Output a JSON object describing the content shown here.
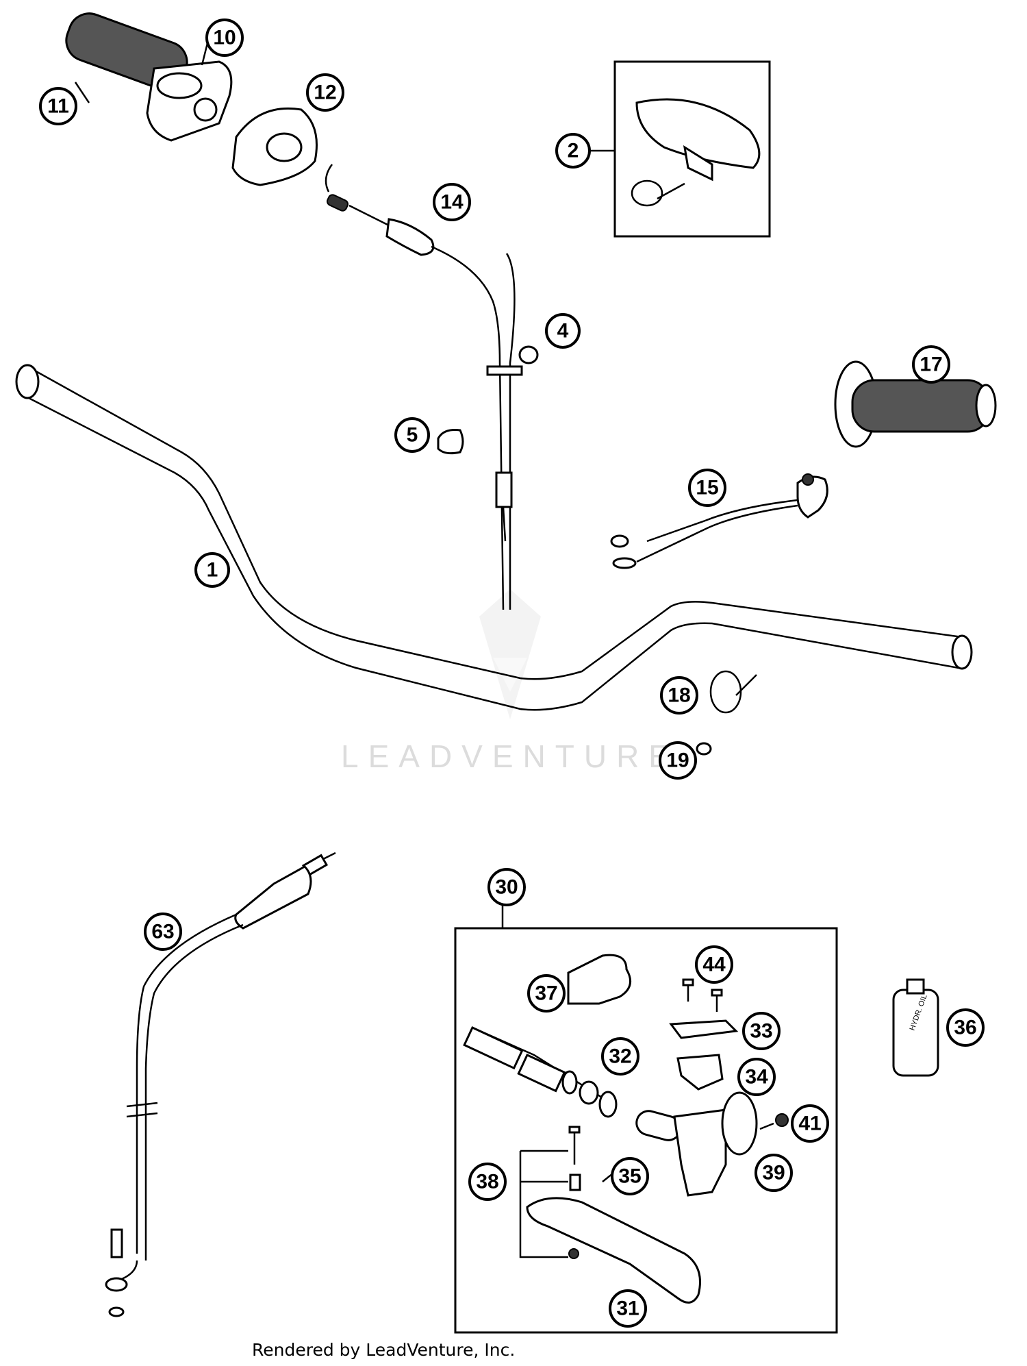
{
  "diagram": {
    "callouts": [
      "1",
      "2",
      "4",
      "5",
      "10",
      "11",
      "12",
      "14",
      "15",
      "17",
      "18",
      "19",
      "30",
      "31",
      "32",
      "33",
      "34",
      "35",
      "36",
      "37",
      "38",
      "39",
      "41",
      "44",
      "63"
    ],
    "watermark": "LEADVENTURE",
    "footer": "Rendered by LeadVenture, Inc.",
    "bottle_label": "HYDR. OIL"
  }
}
